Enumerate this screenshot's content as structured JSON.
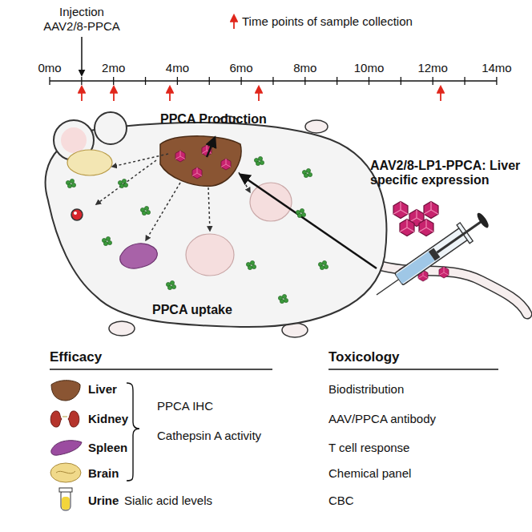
{
  "diagram": {
    "labels": [
      "Injection AAV2/8-PPCA",
      "0mo",
      "2mo",
      "4mo",
      "6mo",
      "8mo",
      "10mo",
      "12mo",
      "14mo",
      "PPCA Production",
      "AAV2/8-LP1-PPCA: Liver specific expression",
      "PPCA uptake",
      "Efficacy",
      "Toxicology",
      "Liver",
      "Kidney",
      "Spleen",
      "Brain",
      "Urine",
      "PPCA IHC",
      "Cathepsin A activity",
      "Sialic acid levels",
      "Biodistribution",
      "AAV/PPCA antibody",
      "T cell response",
      "Chemical panel",
      "CBC"
    ],
    "legend": [
      {
        "text": "Time points of sample collection"
      }
    ]
  }
}
